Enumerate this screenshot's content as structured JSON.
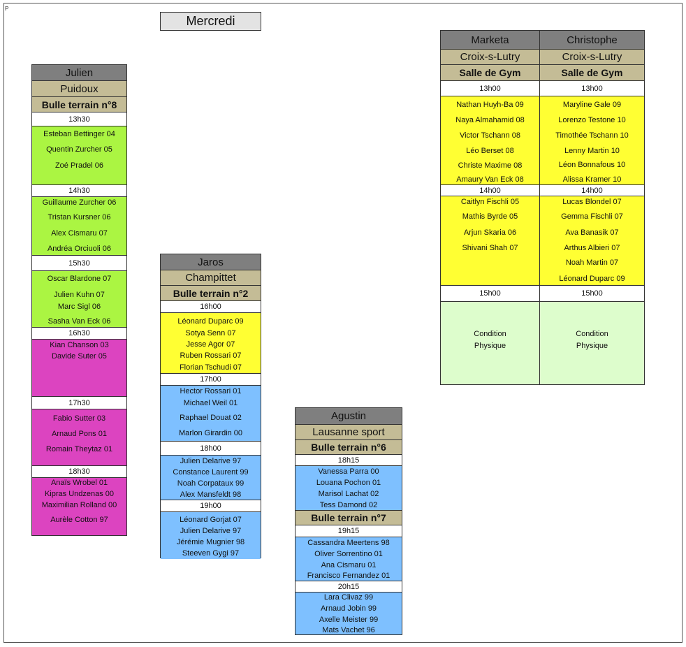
{
  "corner_mark": "P",
  "day": "Mercredi",
  "julien": {
    "coach": "Julien",
    "venue": "Puidoux",
    "field": "Bulle terrain n°8",
    "slots": [
      {
        "time": "13h30",
        "players": [
          "Esteban Bettinger 04",
          "Quentin Zurcher 05",
          "Zoé Pradel 06"
        ]
      },
      {
        "time": "14h30",
        "players": [
          "Guillaume Zurcher 06",
          "Tristan Kursner 06",
          "Alex Cismaru 07",
          "Andréa Orciuoli 06"
        ]
      },
      {
        "time": "15h30",
        "players": [
          "Oscar Blardone 07",
          "Julien Kuhn 07",
          "Marc Sigl 06",
          "Sasha Van Eck 06"
        ]
      },
      {
        "time": "16h30",
        "players": [
          "Kian Chanson 03",
          "Davide Suter 05"
        ]
      },
      {
        "time": "17h30",
        "players": [
          "Fabio Sutter 03",
          "Arnaud Pons 01",
          "Romain Theytaz 01"
        ]
      },
      {
        "time": "18h30",
        "players": [
          "Anaïs Wrobel 01",
          "Kipras Undzenas 00",
          "Maximilian Rolland 00",
          "Aurèle Cotton 97"
        ]
      }
    ]
  },
  "jaros": {
    "coach": "Jaros",
    "venue": "Champittet",
    "field": "Bulle  terrain n°2",
    "slots": [
      {
        "time": "16h00",
        "players": [
          "Léonard Duparc 09",
          "Sotya Senn 07",
          "Jesse Agor 07",
          "Ruben Rossari 07",
          "Florian Tschudi 07"
        ]
      },
      {
        "time": "17h00",
        "players": [
          "Hector Rossari 01",
          "Michael Weil 01",
          "Raphael Douat 02",
          "Marlon Girardin 00"
        ]
      },
      {
        "time": "18h00",
        "players": [
          "Julien Delarive 97",
          "Constance Laurent 99",
          "Noah Corpataux 99",
          "Alex Mansfeldt 98"
        ]
      },
      {
        "time": "19h00",
        "players": [
          "Léonard Gorjat 07",
          "Julien Delarive 97",
          "Jérémie Mugnier 98",
          "Steeven Gygi 97"
        ]
      }
    ]
  },
  "agustin": {
    "coach": "Agustin",
    "venue": "Lausanne sport",
    "field_a": "Bulle terrain n°6",
    "field_b": "Bulle terrain n°7",
    "slots": [
      {
        "time": "18h15",
        "players": [
          "Vanessa Parra 00",
          "Louana Pochon 01",
          "Marisol Lachat 02",
          "Tess Damond 02"
        ]
      },
      {
        "time": "19h15",
        "players": [
          "Cassandra Meertens 98",
          "Oliver Sorrentino 01",
          "Ana Cismaru 01",
          "Francisco Fernandez 01"
        ]
      },
      {
        "time": "20h15",
        "players": [
          "Lara Clivaz 99",
          "Arnaud Jobin 99",
          "Axelle Meister 99",
          "Mats Vachet 96"
        ]
      }
    ]
  },
  "marketa": {
    "coach": "Marketa",
    "venue": "Croix-s-Lutry",
    "field": "Salle de Gym",
    "slots": [
      {
        "time": "13h00",
        "players": [
          "Nathan Huyh-Ba 09",
          "Naya Almahamid 08",
          "Victor Tschann 08",
          "Léo Berset 08",
          "Christe Maxime 08",
          "Amaury Van Eck 08"
        ]
      },
      {
        "time": "14h00",
        "players": [
          "Caitlyn Fischli 05",
          "Mathis Byrde 05",
          "Arjun Skaria 06",
          "Shivani Shah 07"
        ]
      },
      {
        "time": "15h00",
        "lines": [
          "Condition",
          "Physique"
        ]
      }
    ]
  },
  "christophe": {
    "coach": "Christophe",
    "venue": "Croix-s-Lutry",
    "field": "Salle de Gym",
    "slots": [
      {
        "time": "13h00",
        "players": [
          "Maryline Gale 09",
          "Lorenzo Testone 10",
          "Timothée Tschann 10",
          "Lenny Martin 10",
          "Léon Bonnafous 10",
          "Alissa Kramer 10"
        ]
      },
      {
        "time": "14h00",
        "players": [
          "Lucas Blondel 07",
          "Gemma Fischli 07",
          "Ava Banasik 07",
          "Arthus Albieri 07",
          "Noah Martin 07",
          "Léonard  Duparc 09"
        ]
      },
      {
        "time": "15h00",
        "lines": [
          "Condition",
          "Physique"
        ]
      }
    ]
  }
}
